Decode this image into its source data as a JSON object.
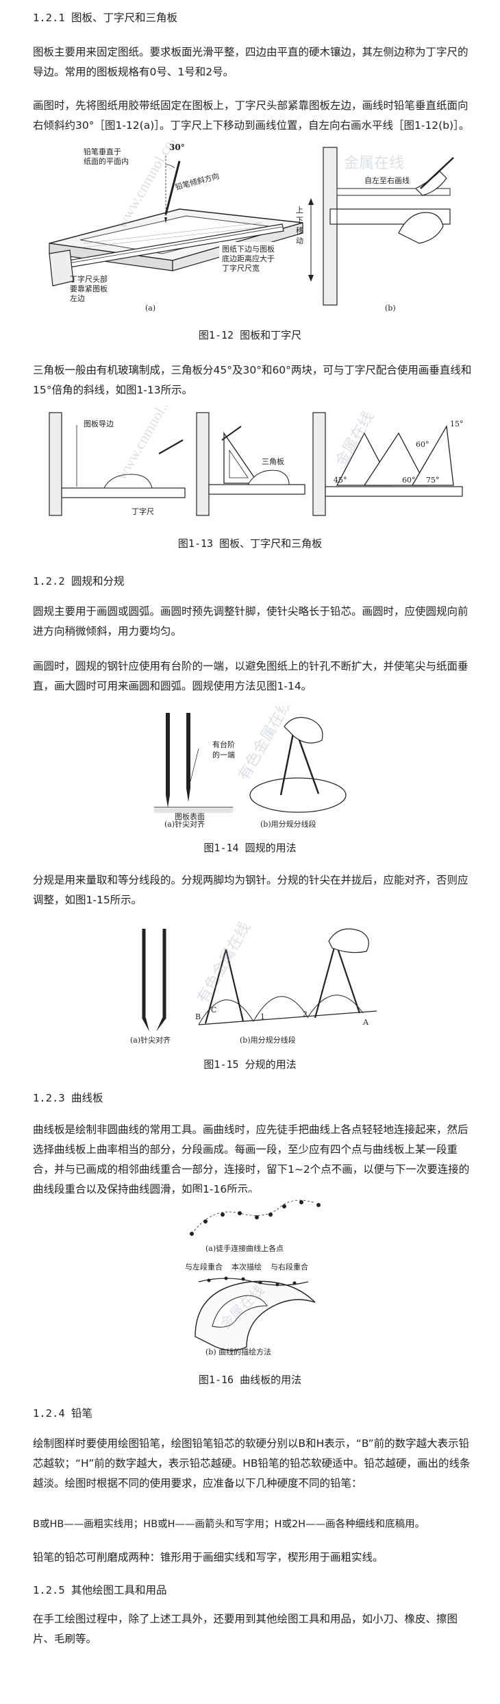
{
  "s121": {
    "heading": "1.2.1 图板、丁字尺和三角板",
    "p1": "图板主要用来固定图纸。要求板面光滑平整，四边由平直的硬木镶边，其左侧边称为丁字尺的导边。常用的图板规格有0号、1号和2号。",
    "p2": "画图时，先将图纸用胶带纸固定在图板上，丁字尺头部紧靠图板左边，画线时铅笔垂直纸面向右倾斜约30°［图1-12(a)］。丁字尺上下移动到画线位置，自左向右画水平线［图1-12(b)］。",
    "fig12": {
      "caption": "图1-12 图板和丁字尺",
      "labels": [
        "铅笔垂直于",
        "纸面的平面内",
        "30°",
        "铅笔倾斜方向",
        "丁字尺头部",
        "要靠紧图板",
        "左边",
        "图纸下边与图板",
        "底边距离应大于",
        "丁字尺尺宽",
        "(a)",
        "上",
        "下",
        "移",
        "动",
        "自左至右画线",
        "(b)"
      ]
    },
    "p3": "三角板一般由有机玻璃制成，三角板分45°及30°和60°两块，可与丁字尺配合使用画垂直线和15°倍角的斜线，如图1-13所示。",
    "fig13": {
      "caption": "图1-13 图板、丁字尺和三角板",
      "labels": [
        "图板导边",
        "三角板",
        "丁字尺",
        "45°",
        "60°",
        "75°",
        "15°",
        "60°"
      ]
    }
  },
  "s122": {
    "heading": "1.2.2 圆规和分规",
    "p1": "圆规主要用于画圆或圆弧。画圆时预先调整针脚，使针尖略长于铅芯。画圆时，应使圆规向前进方向稍微倾斜，用力要均匀。",
    "p2": "画圆时，圆规的钢针应使用有台阶的一端，以避免图纸上的针孔不断扩大，并使笔尖与纸面垂直，画大圆时可用来画圆和圆弧。圆规使用方法见图1-14。",
    "fig14": {
      "caption": "图1-14 圆规的用法",
      "labels": [
        "有台阶",
        "的一端",
        "图板表面",
        "(a)针尖对齐",
        "(b)用分规分线段"
      ]
    },
    "p3": "分规是用来量取和等分线段的。分规两脚均为钢针。分规的针尖在并拢后，应能对齐，否则应调整，如图1-15所示。",
    "fig15": {
      "caption": "图1-15 分规的用法",
      "labels": [
        "(a)针尖对齐",
        "(b)用分规分线段",
        "B",
        "C",
        "1",
        "2",
        "A"
      ]
    }
  },
  "s123": {
    "heading": "1.2.3 曲线板",
    "p1": "曲线板是绘制非圆曲线的常用工具。画曲线时，应先徒手把曲线上各点轻轻地连接起来，然后选择曲线板上曲率相当的部分，分段画成。每画一段，至少应有四个点与曲线板上某一段重合，并与已画成的相邻曲线重合一部分，连接时，留下1~2个点不画，以便与下一次要连接的曲线段重合以及保持曲线圆滑，如图1-16所示。",
    "fig16": {
      "caption": "图1-16 曲线板的用法",
      "labels": [
        "(a)徒手连接曲线上各点",
        "与左段重合",
        "本次描绘",
        "与右段重合",
        "(b) 曲线的描绘方法"
      ]
    }
  },
  "s124": {
    "heading": "1.2.4 铅笔",
    "p1": "绘制图样时要使用绘图铅笔，绘图铅笔铅芯的软硬分别以B和H表示，“B”前的数字越大表示铅芯越软；“H”前的数字越大，表示铅芯越硬。HB铅笔的铅芯软硬适中。铅芯越硬，画出的线条越淡。绘图时根据不同的使用要求，应准备以下几种硬度不同的铅笔：",
    "p2": "B或HB——画粗实线用；HB或H——画箭头和写字用；H或2H——画各种细线和底稿用。",
    "p3": "铅笔的铅芯可削磨成两种：锥形用于画细实线和写字，楔形用于画粗实线。"
  },
  "s125": {
    "heading": "1.2.5 其他绘图工具和用品",
    "p1": "在手工绘图过程中，除了上述工具外，还要用到其他绘图工具和用品，如小刀、橡皮、擦图片、毛刷等。"
  },
  "watermark": [
    "金属在线",
    "www.cnmnol.com",
    "有色金属在线"
  ]
}
